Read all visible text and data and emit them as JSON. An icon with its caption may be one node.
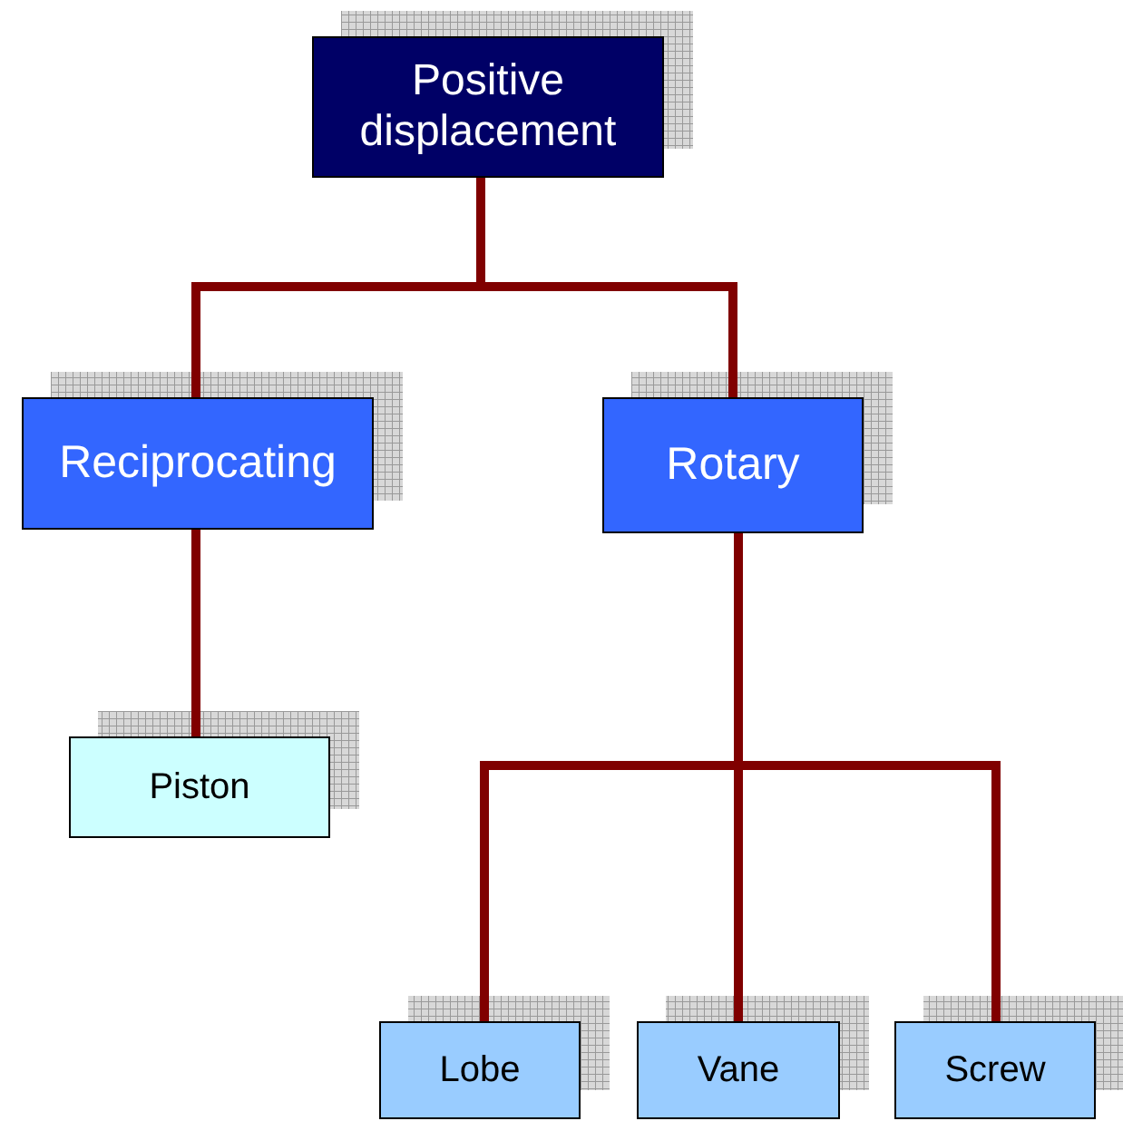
{
  "diagram": {
    "nodes": [
      {
        "text": [
          "Positive displacement"
        ]
      },
      {
        "text": [
          "Reciprocating"
        ]
      },
      {
        "text": [
          "Rotary"
        ]
      },
      {
        "text": [
          "Piston"
        ]
      },
      {
        "text": [
          "Lobe"
        ]
      },
      {
        "text": [
          "Vane"
        ]
      },
      {
        "text": [
          "Screw"
        ]
      }
    ],
    "edges": [
      {
        "from": 0,
        "to": 1,
        "arrow": "none"
      },
      {
        "from": 0,
        "to": 2,
        "arrow": "none"
      },
      {
        "from": 1,
        "to": 3,
        "arrow": "none"
      },
      {
        "from": 2,
        "to": 4,
        "arrow": "none"
      },
      {
        "from": 2,
        "to": 5,
        "arrow": "none"
      },
      {
        "from": 2,
        "to": 6,
        "arrow": "none"
      }
    ]
  }
}
